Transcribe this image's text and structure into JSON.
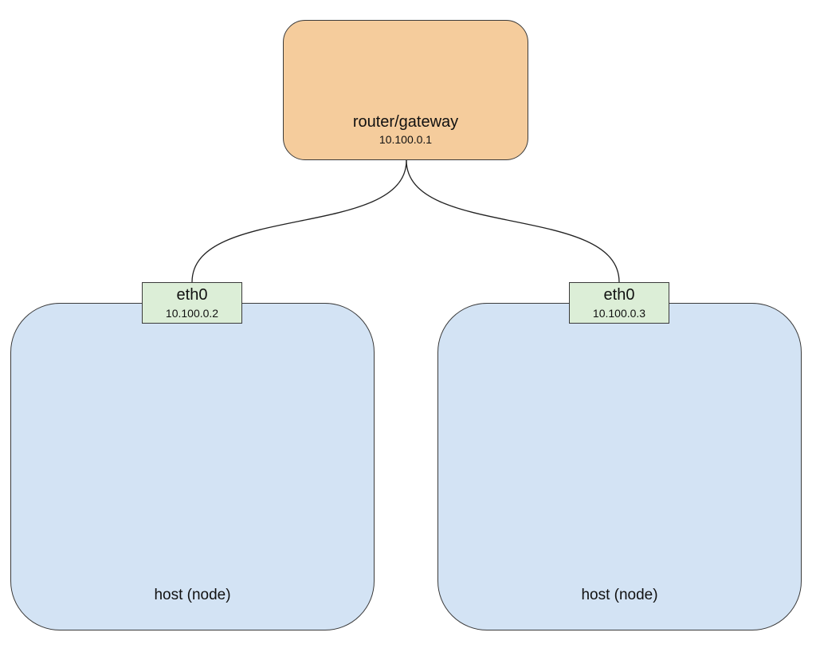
{
  "router": {
    "label": "router/gateway",
    "ip": "10.100.0.1",
    "fill_color": "#f5cc9c"
  },
  "hosts": [
    {
      "label": "host (node)",
      "fill_color": "#d3e3f4",
      "interface": {
        "name": "eth0",
        "ip": "10.100.0.2",
        "fill_color": "#dceed7"
      }
    },
    {
      "label": "host (node)",
      "fill_color": "#d3e3f4",
      "interface": {
        "name": "eth0",
        "ip": "10.100.0.3",
        "fill_color": "#dceed7"
      }
    }
  ]
}
